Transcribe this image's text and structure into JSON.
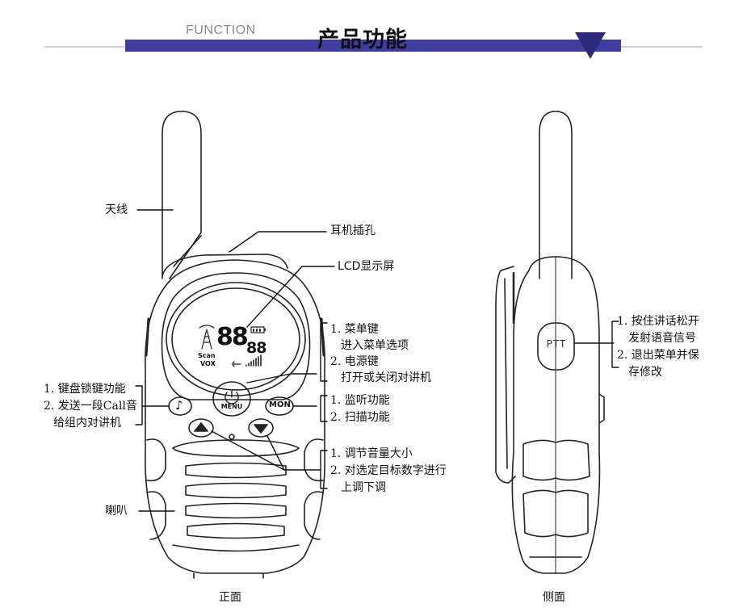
{
  "header": {
    "function_label": "FUNCTION",
    "title": "产品功能",
    "accent_color": "#3f3d9e"
  },
  "front": {
    "caption": "正面",
    "lcd": {
      "digits_main": "88",
      "digits_small": "88",
      "scan": "Scan",
      "vox": "VOX"
    },
    "buttons": {
      "menu": "MENU",
      "mon": "MON",
      "note": "♪"
    },
    "labels": {
      "antenna": "天线",
      "earphone_jack": "耳机插孔",
      "lcd_screen": "LCD显示屏",
      "speaker": "喇叭",
      "menu_key": [
        "1. 菜单键",
        "进入菜单选项",
        "2. 电源键",
        "打开或关闭对讲机"
      ],
      "call_key": [
        "1. 键盘锁键功能",
        "2. 发送一段Call音",
        "给组内对讲机"
      ],
      "mon_key": [
        "1. 监听功能",
        "2. 扫描功能"
      ],
      "arrow_keys": [
        "1. 调节音量大小",
        "2. 对选定目标数字进行",
        "上调下调"
      ]
    }
  },
  "side": {
    "caption": "侧面",
    "buttons": {
      "ptt": "PTT"
    },
    "labels": {
      "ptt_key": [
        "1. 按住讲话松开",
        "发射语音信号",
        "2. 退出菜单并保",
        "存修改"
      ]
    }
  }
}
